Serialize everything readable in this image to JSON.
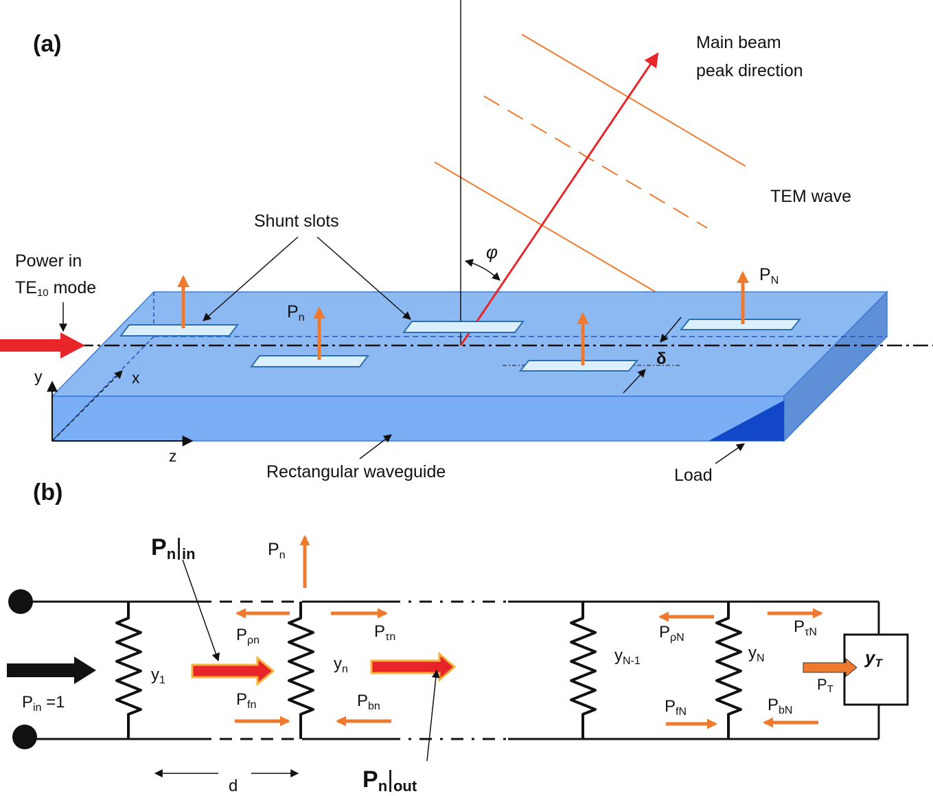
{
  "panel_a": {
    "label": "(a)",
    "main_beam_line1": "Main beam",
    "main_beam_line2": "peak direction",
    "tem_wave": "TEM wave",
    "shunt_slots": "Shunt slots",
    "power_in_line1": "Power in",
    "power_in_te": "TE",
    "power_in_sub": "10",
    "power_in_mode": " mode",
    "phi": "φ",
    "p_N_main": "P",
    "p_N_sub": "N",
    "p_n_main": "P",
    "p_n_sub": "n",
    "delta": "δ",
    "axis_y": "y",
    "axis_x": "x",
    "axis_z": "z",
    "waveguide": "Rectangular waveguide",
    "load": "Load"
  },
  "panel_b": {
    "label": "(b)",
    "pn_in_main": "P",
    "pn_in_sub": "n",
    "pn_in_suffix": "in",
    "pn_out_main": "P",
    "pn_out_sub": "n",
    "pn_out_suffix": "out",
    "pn_radiated_main": "P",
    "pn_radiated_sub": "n",
    "p_rho_n": "ρn",
    "p_tau_n": "τn",
    "p_f_n": "fn",
    "p_b_n": "bn",
    "p_rho_N": "ρN",
    "p_tau_N": "τN",
    "p_f_N": "fN",
    "p_b_N": "bN",
    "y1_main": "y",
    "y1_sub": "1",
    "yn_main": "y",
    "yn_sub": "n",
    "yN1_main": "y",
    "yN1_sub": "N-1",
    "yN_main": "y",
    "yN_sub": "N",
    "yT_main": "y",
    "yT_sub": "T",
    "pT_main": "P",
    "pT_sub": "T",
    "pin_main": "P",
    "pin_sub": "in",
    "pin_eq": " =1",
    "d": "d"
  },
  "colors": {
    "waveguide_top": "#8db9f2",
    "waveguide_front": "#7aaff5",
    "waveguide_side": "#5f8fd6",
    "load": "#1147c8",
    "orange": "#ef7a2e",
    "red": "#e8262a",
    "slot_fill": "#dcefff",
    "slot_stroke": "#2a6fb0"
  }
}
